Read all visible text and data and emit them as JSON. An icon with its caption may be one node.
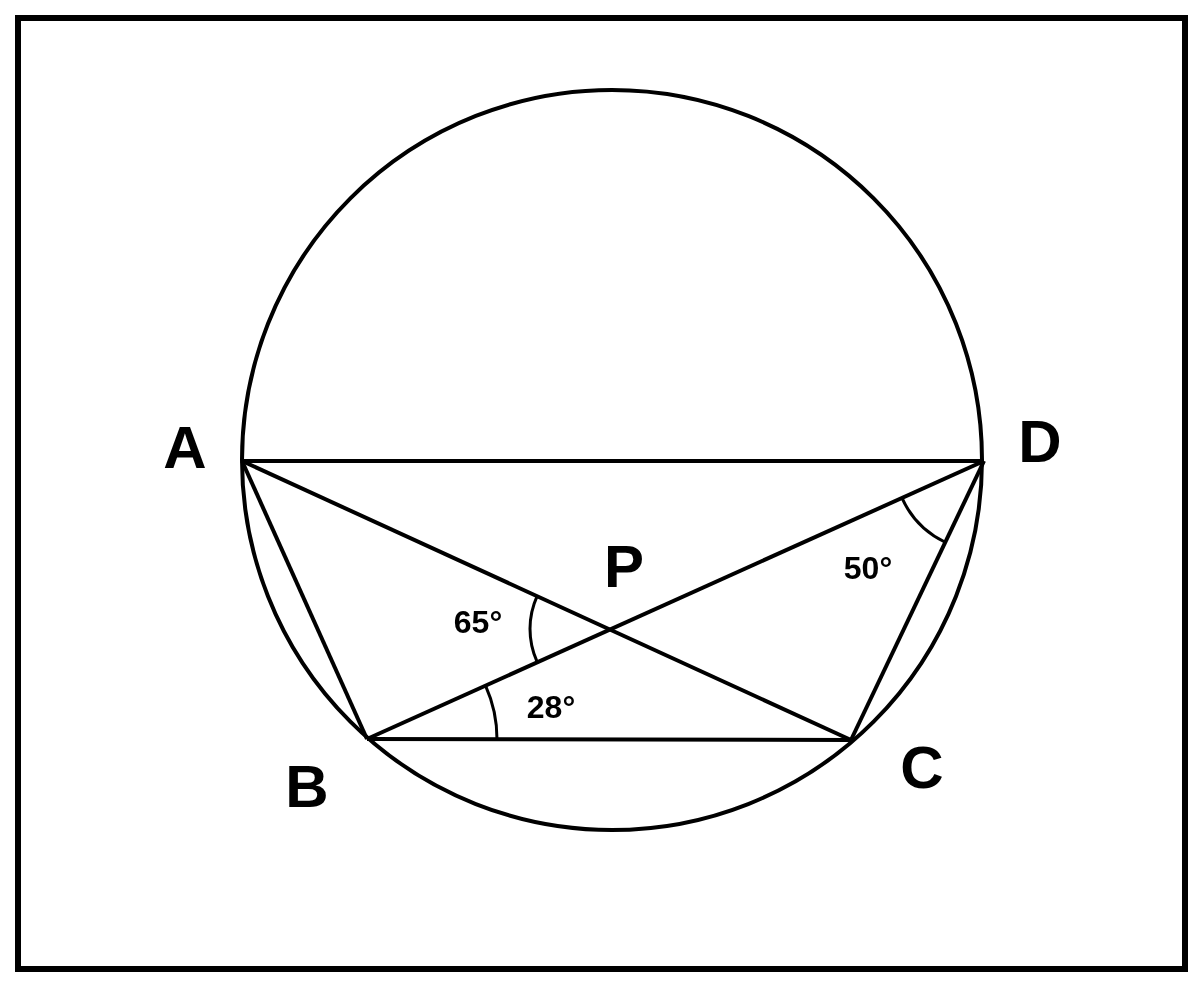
{
  "diagram": {
    "labels": [
      "A",
      "D",
      "P",
      "65°",
      "50°",
      "28°",
      "B",
      "C"
    ]
  }
}
